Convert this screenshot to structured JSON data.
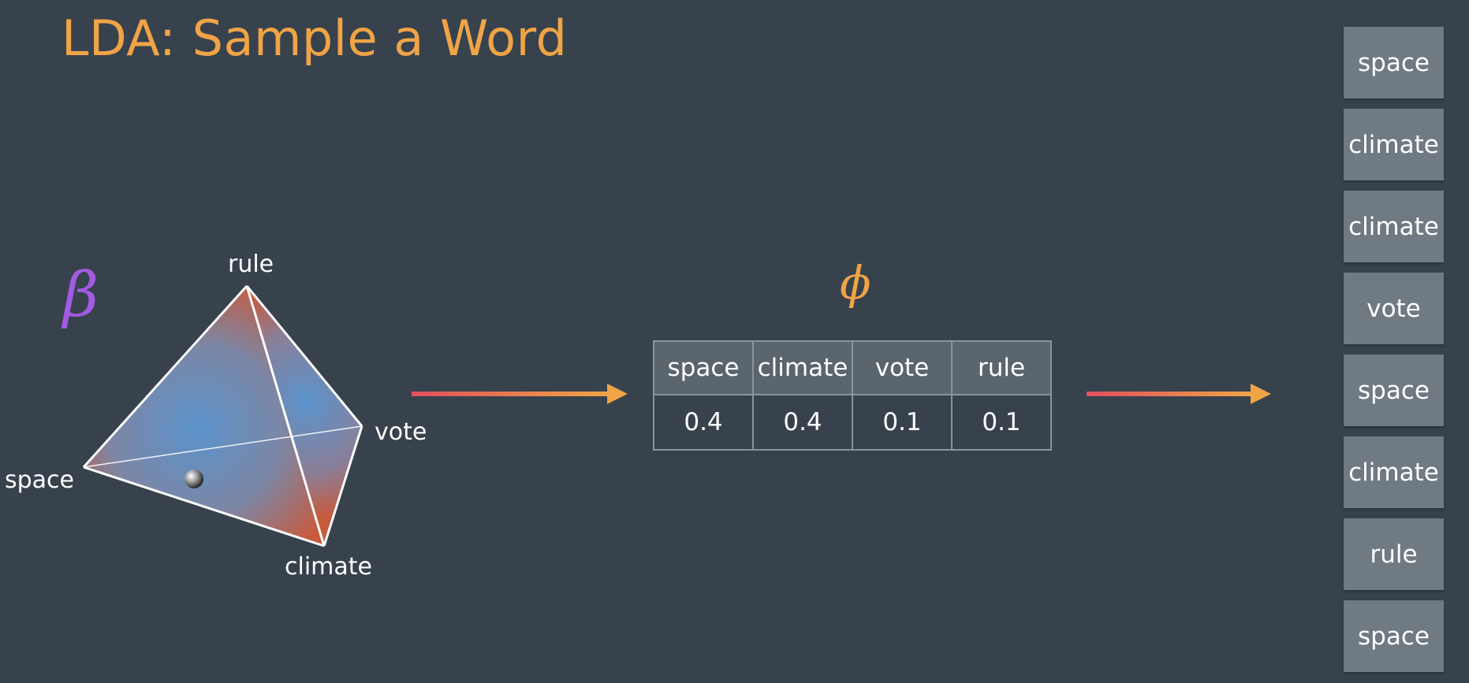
{
  "title": "LDA: Sample a Word",
  "dirichlet_symbol": "β",
  "distribution_symbol": "ϕ",
  "simplex_vertices": {
    "top": "rule",
    "right": "vote",
    "left": "space",
    "bottom": "climate"
  },
  "distribution_table": {
    "headers": [
      "space",
      "climate",
      "vote",
      "rule"
    ],
    "values": [
      "0.4",
      "0.4",
      "0.1",
      "0.1"
    ]
  },
  "sampled_words": [
    "space",
    "climate",
    "climate",
    "vote",
    "space",
    "climate",
    "rule",
    "space"
  ],
  "colors": {
    "background": "#37424d",
    "accent_orange": "#f0a446",
    "beta_purple": "#a25be2",
    "arrow_start": "#e0505c",
    "arrow_end": "#f0a446",
    "simplex_red": "#c8553a",
    "simplex_blue": "#5b8fc7"
  }
}
